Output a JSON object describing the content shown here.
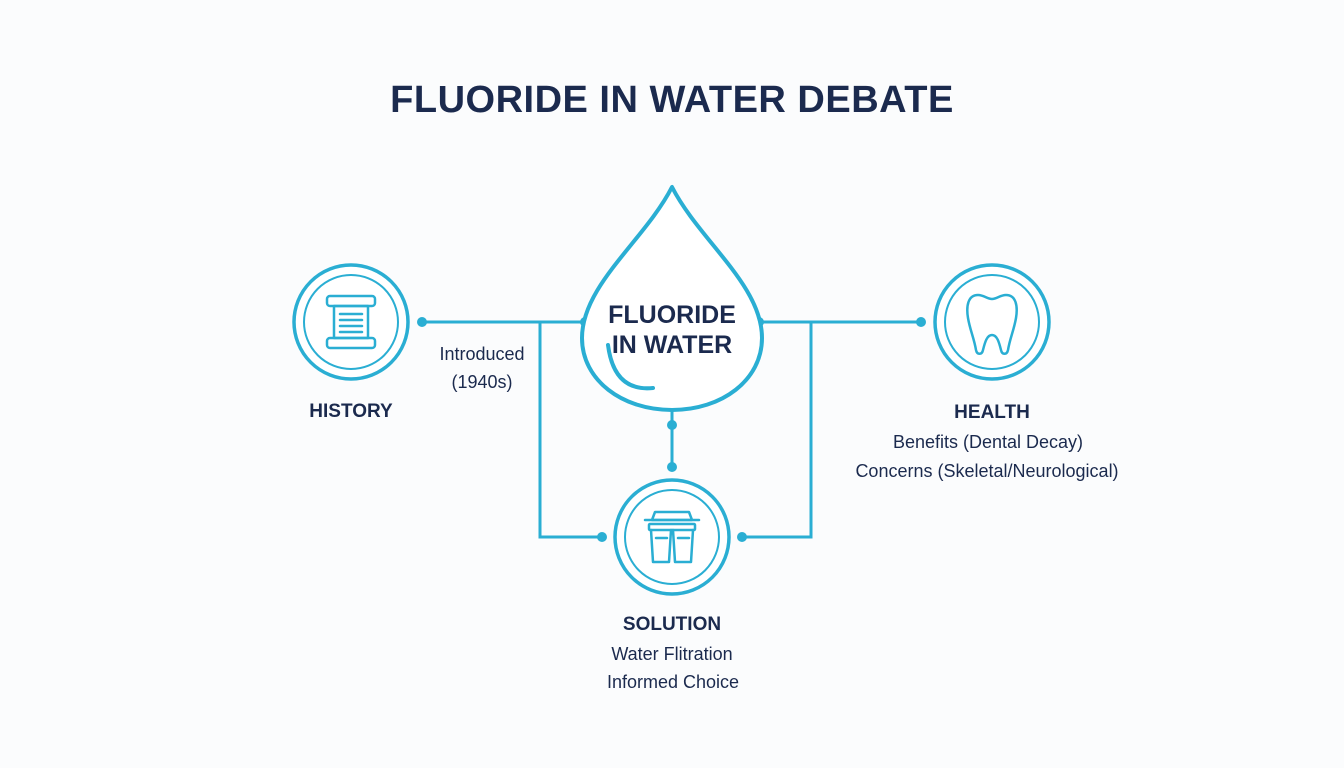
{
  "title": "FLUORIDE IN WATER DEBATE",
  "center": {
    "line1": "FLUORIDE",
    "line2": "IN WATER",
    "icon": "water-drop-icon"
  },
  "history": {
    "label": "HISTORY",
    "icon": "scroll-icon",
    "detail_line1": "Introduced",
    "detail_line2": "(1940s)"
  },
  "health": {
    "label": "HEALTH",
    "icon": "tooth-icon",
    "detail_line1": "Benefits (Dental Decay)",
    "detail_line2": "Concerns (Skeletal/Neurological)"
  },
  "solution": {
    "label": "SOLUTION",
    "icon": "water-filter-icon",
    "detail_line1": "Water Flitration",
    "detail_line2": "Informed Choice"
  },
  "colors": {
    "accent": "#2aaed3",
    "text": "#1b2a4e",
    "background": "#fbfcfd"
  }
}
